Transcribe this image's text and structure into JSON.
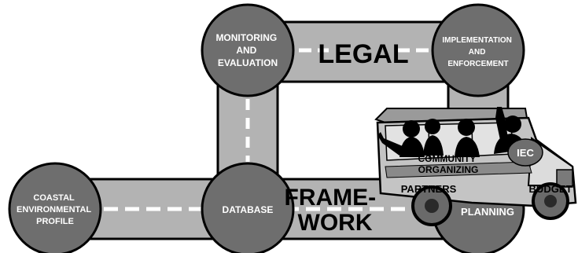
{
  "nodes": {
    "coastal": [
      "COASTAL",
      "ENVIRONMENTAL",
      "PROFILE"
    ],
    "database": [
      "DATABASE"
    ],
    "monitoring": [
      "MONITORING",
      "AND",
      "EVALUATION"
    ],
    "implementation": [
      "IMPLEMENTATION",
      "AND",
      "ENFORCEMENT"
    ],
    "planning": [
      "PLANNING"
    ]
  },
  "road_labels": {
    "legal": "LEGAL",
    "framework": [
      "FRAME-",
      "WORK"
    ]
  },
  "jeep_labels": {
    "community_organizing": [
      "COMMUNITY",
      "ORGANIZING"
    ],
    "iec": "IEC",
    "partners": "PARTNERS",
    "budget": "BUDGET"
  },
  "colors": {
    "road": "#b3b3b3",
    "node": "#6e6e6e",
    "outline": "#000000",
    "dash": "#ffffff"
  }
}
